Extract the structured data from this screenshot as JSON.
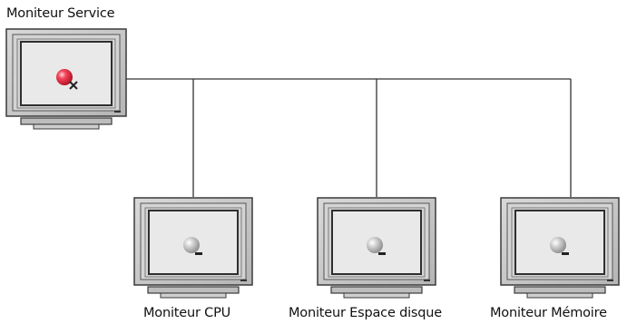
{
  "diagram": {
    "colors": {
      "connector": "#333333",
      "monitor_body": "#c7c7c7",
      "monitor_outline": "#3a3a3a",
      "screen_fill": "#e9e9e9",
      "active_status": "#e8253a",
      "inactive_status": "#b9b9b9"
    },
    "nodes": [
      {
        "id": "service",
        "label": "Moniteur Service",
        "status": "alert",
        "icon": "red-ball-x-icon"
      },
      {
        "id": "cpu",
        "label": "Moniteur CPU",
        "status": "inactive",
        "icon": "grey-ball-minus-icon"
      },
      {
        "id": "disk",
        "label": "Moniteur Espace disque",
        "status": "inactive",
        "icon": "grey-ball-minus-icon"
      },
      {
        "id": "memory",
        "label": "Moniteur Mémoire",
        "status": "inactive",
        "icon": "grey-ball-minus-icon"
      }
    ]
  }
}
